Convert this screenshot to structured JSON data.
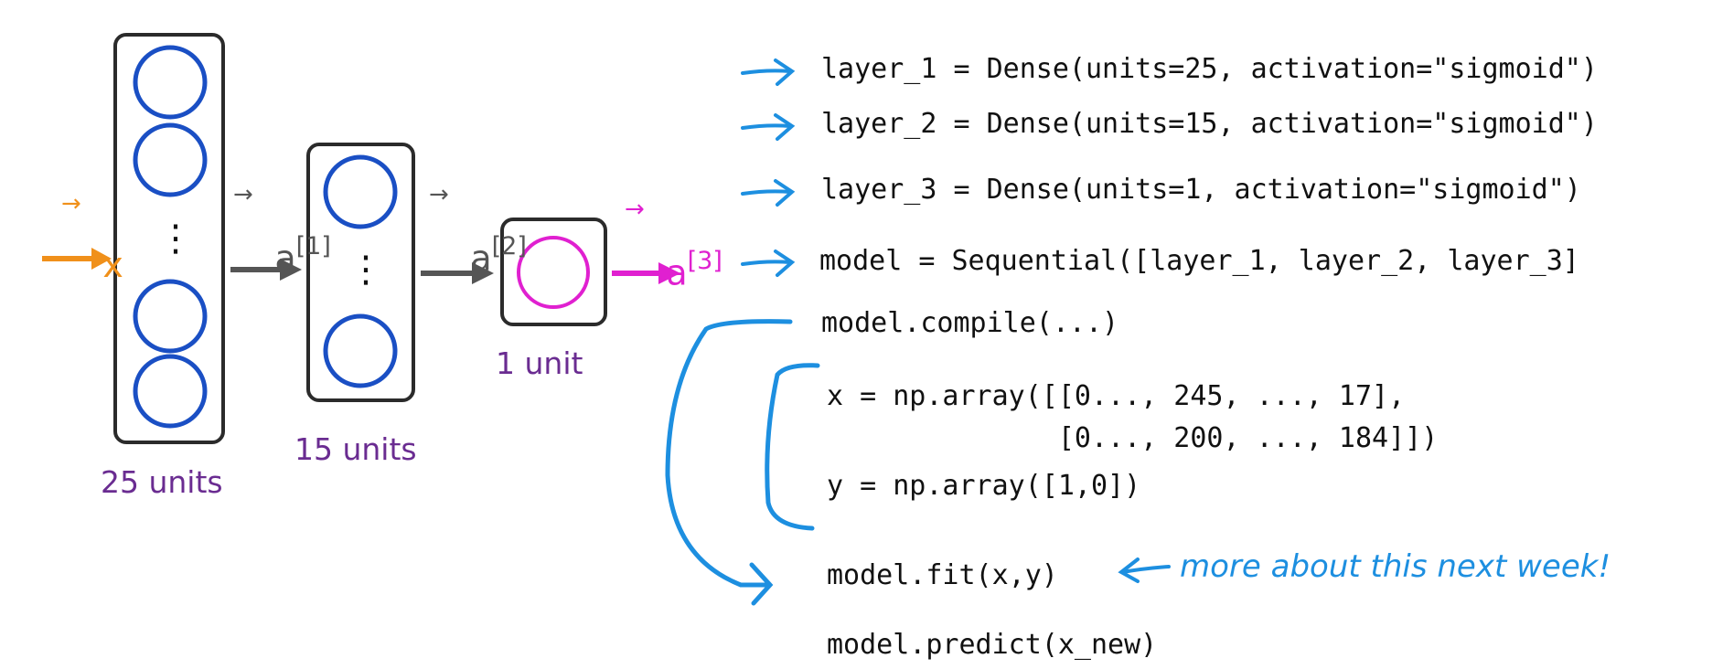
{
  "colors": {
    "neuron_blue": "#1a4fc4",
    "output_magenta": "#e020d0",
    "input_orange": "#f0901a",
    "arrow_gray": "#555555",
    "label_purple": "#6a2c91",
    "pen_blue": "#1d8fe0",
    "box_border": "#2b2b2b"
  },
  "network": {
    "input_label": "x",
    "activation_1": {
      "base": "a",
      "sup": "[1]"
    },
    "activation_2": {
      "base": "a",
      "sup": "[2]"
    },
    "activation_3": {
      "base": "a",
      "sup": "[3]"
    },
    "layer1_label": "25 units",
    "layer2_label": "15 units",
    "layer3_label": "1 unit",
    "ellipsis": "⋮"
  },
  "code": {
    "line1": "layer_1 = Dense(units=25, activation=\"sigmoid\")",
    "line2": "layer_2 = Dense(units=15, activation=\"sigmoid\")",
    "line3": "layer_3 = Dense(units=1, activation=\"sigmoid\")",
    "line4": "model = Sequential([layer_1, layer_2, layer_3]",
    "line5": "model.compile(...)",
    "line6": "x = np.array([[0..., 245, ..., 17],",
    "line7": "              [0..., 200, ..., 184]])",
    "line8": "y = np.array([1,0])",
    "line9": "model.fit(x,y)",
    "line10": "model.predict(x_new)"
  },
  "annotation": {
    "note": "more about this next week!"
  },
  "icons": [
    "right-arrow-icon",
    "left-arrow-icon",
    "bracket-icon"
  ]
}
